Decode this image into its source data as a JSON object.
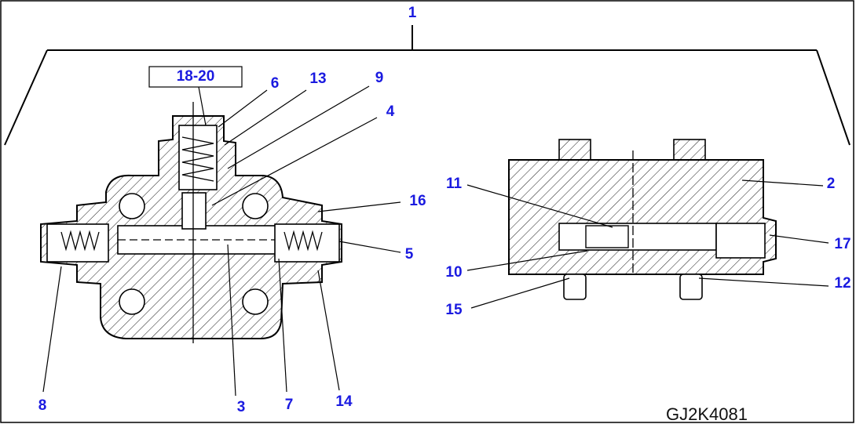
{
  "diagram": {
    "drawing_code": "GJ2K4081",
    "colors": {
      "callout": "#1a1ae0",
      "line": "#000000",
      "background": "#ffffff"
    },
    "callouts": {
      "c1": "1",
      "c2": "2",
      "c3": "3",
      "c4": "4",
      "c5": "5",
      "c6": "6",
      "c7": "7",
      "c8": "8",
      "c9": "9",
      "c10": "10",
      "c11": "11",
      "c12": "12",
      "c13": "13",
      "c14": "14",
      "c15": "15",
      "c16": "16",
      "c17": "17",
      "c18_20": "18-20"
    }
  }
}
